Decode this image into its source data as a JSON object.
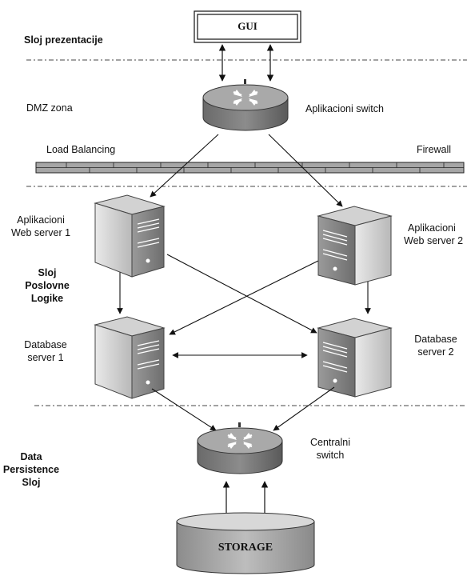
{
  "gui_label": "GUI",
  "storage_label": "STORAGE",
  "layers": {
    "presentation": "Sloj prezentacije",
    "business_line1": "Sloj",
    "business_line2": "Poslovne",
    "business_line3": "Logike",
    "persistence_line1": "Data",
    "persistence_line2": "Persistence",
    "persistence_line3": "Sloj"
  },
  "zones": {
    "dmz": "DMZ zona",
    "load_balancing": "Load Balancing",
    "firewall": "Firewall"
  },
  "switches": {
    "app_switch": "Aplikacioni switch",
    "central_line1": "Centralni",
    "central_line2": "switch"
  },
  "servers": {
    "web1_line1": "Aplikacioni",
    "web1_line2": "Web server 1",
    "web2_line1": "Aplikacioni",
    "web2_line2": "Web server 2",
    "db1_line1": "Database",
    "db1_line2": "server 1",
    "db2_line1": "Database",
    "db2_line2": "server 2"
  }
}
